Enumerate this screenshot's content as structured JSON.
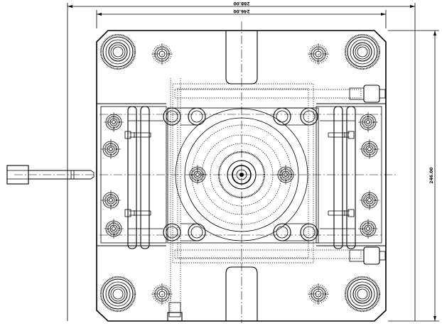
{
  "dimensions": {
    "outer_width": "288.00",
    "inner_width": "246.00",
    "height": "246.00"
  },
  "icons": {
    "bolt": "socket-head-cap-screw-icon",
    "bushing": "guide-bushing-icon",
    "pin": "guide-pin-icon",
    "sprue": "sprue-bushing-icon"
  }
}
